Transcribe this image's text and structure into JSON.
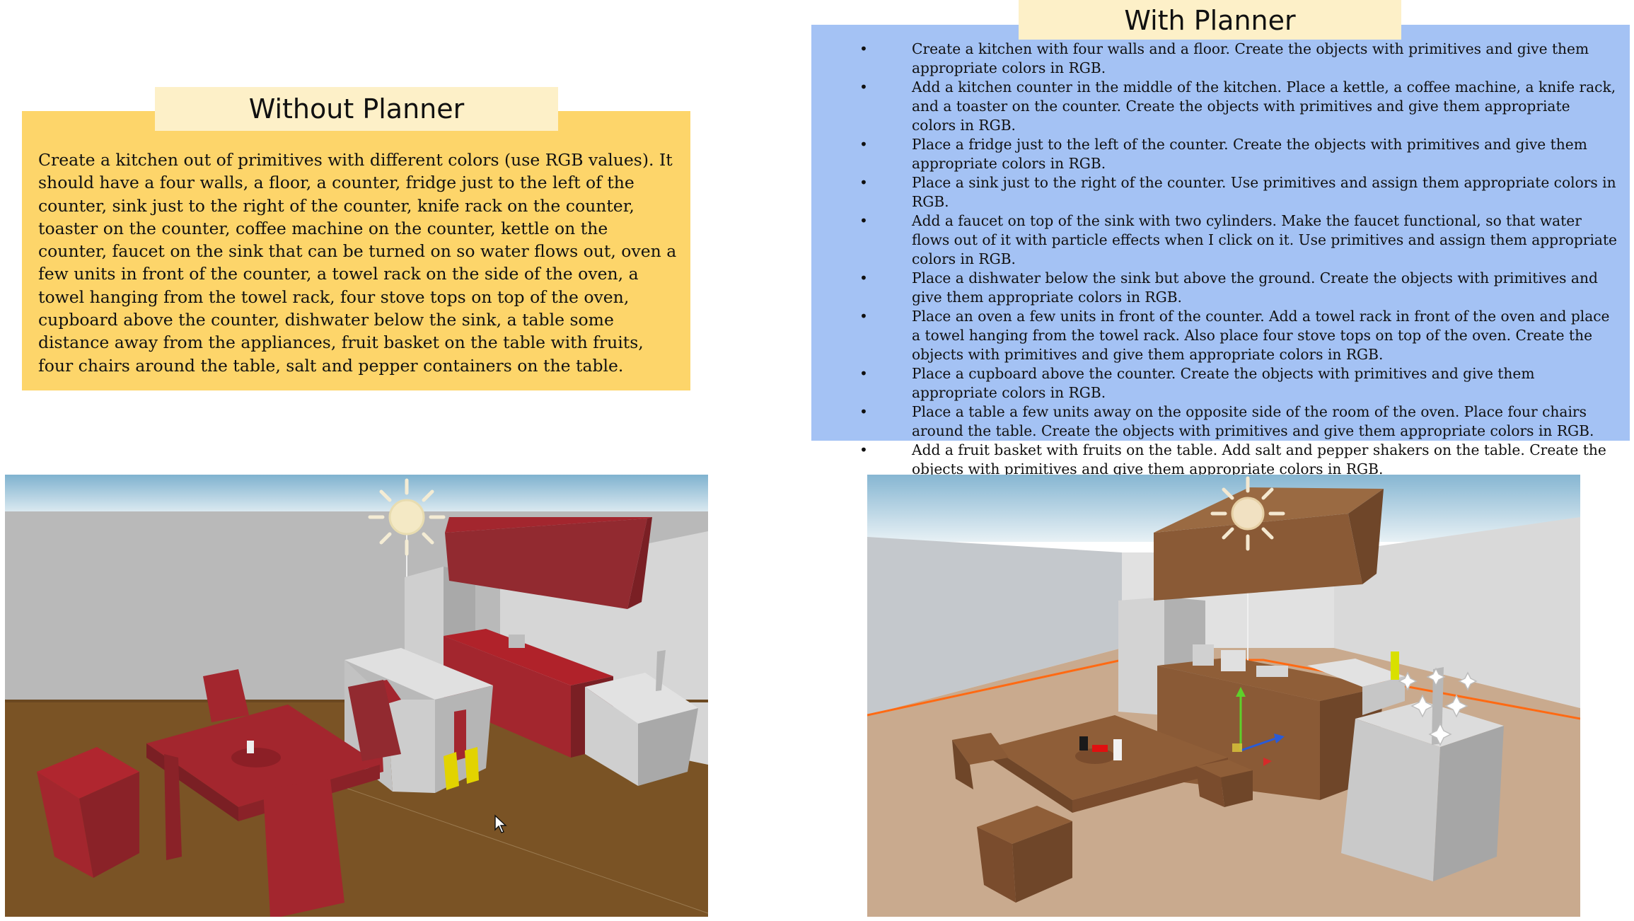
{
  "left_panel": {
    "title": "Without Planner",
    "prompt": "Create a kitchen out of primitives with different colors (use RGB values). It should have a four walls, a floor, a counter, fridge just to the left of the counter, sink just to the right of the counter, knife rack on the counter, toaster on the counter, coffee machine on the counter, kettle on the counter, faucet on the sink that can be turned on so water flows out, oven a few units in front of the counter, a towel rack on the side of the oven, a towel hanging from the towel rack, four stove tops on top of the oven, cupboard above the counter, dishwater below the sink, a table some distance away from the appliances, fruit basket on the table with fruits, four chairs around the table, salt and pepper containers on the table."
  },
  "right_panel": {
    "title": "With Planner",
    "bullet": "•",
    "steps": [
      "Create a kitchen with four walls and a floor. Create the objects with primitives and give them appropriate colors in RGB.",
      "Add a kitchen counter in the middle of the kitchen. Place a kettle, a coffee machine, a knife rack, and a toaster on the counter. Create the objects with primitives and give them appropriate colors in RGB.",
      "Place a fridge just to the left of the counter. Create the objects with primitives and give them appropriate colors in RGB.",
      "Place a sink just to the right of the counter. Use primitives and assign them appropriate colors in RGB.",
      "Add a faucet on top of the sink with two cylinders. Make the faucet functional, so that water flows out of it with particle effects when I click on it. Use primitives and assign them appropriate colors in RGB.",
      "Place a dishwater below the sink but above the ground. Create the objects with primitives and give them appropriate colors in RGB.",
      "Place an oven a few units in front of the counter. Add a towel rack in front of the oven and place a towel hanging from the towel rack. Also place four stove tops on top of the oven. Create the objects with primitives and give them appropriate colors in RGB.",
      "Place a cupboard above the counter. Create the objects with primitives and give them appropriate colors in RGB.",
      "Place a table a few units away on the opposite side of the room of the oven. Place four chairs around the table. Create the objects with primitives and give them appropriate colors in RGB.",
      "Add a fruit basket with fruits on the table. Add salt and pepper shakers on the table. Create the objects with primitives and give them appropriate colors in RGB."
    ]
  },
  "colors": {
    "left_panel_bg": "#fdd56a",
    "right_panel_bg": "#a4c2f4",
    "title_bg": "#fdf0c8",
    "red_primitive": "#a3262e",
    "brown_primitive": "#8a5a36",
    "grey_primitive": "#cfcfcf",
    "floor_left": "#7a5325",
    "floor_right": "#c9aa8e"
  },
  "icons": {
    "light": "sun-icon",
    "cursor": "mouse-cursor-icon",
    "gizmo": "transform-gizmo-icon",
    "particle": "particle-system-icon"
  }
}
